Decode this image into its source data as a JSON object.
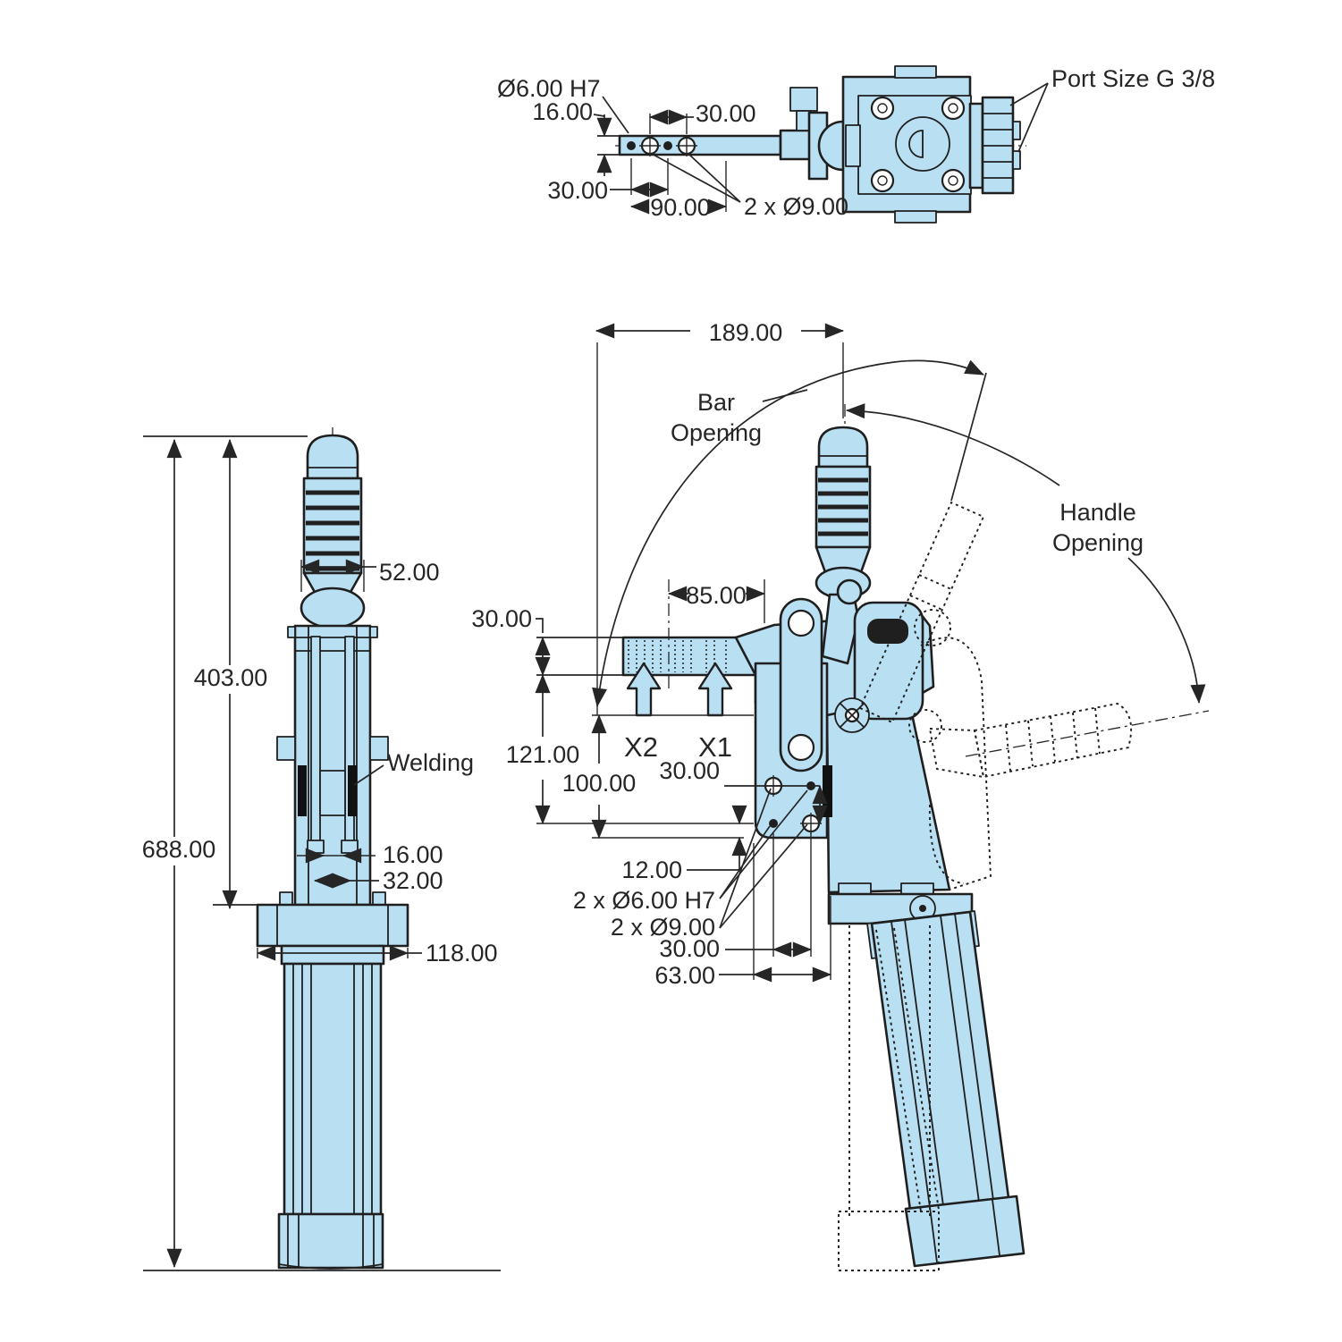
{
  "drawing": {
    "type": "engineering-dimension-drawing",
    "subject": "pneumatic toggle clamp with cylinder, three orthographic views",
    "colors": {
      "background": "#ffffff",
      "part_fill": "#b9dff2",
      "outline": "#1f1f1f",
      "dimension": "#262626",
      "weld": "#111111"
    },
    "views": {
      "top_view": {
        "labels": {
          "hole_diameter": "Ø6.00 H7",
          "dim_16": "16.00",
          "dim_30_upper": "30.00",
          "dim_30_lower": "30.00",
          "dim_90": "90.00",
          "holes_9": "2 x Ø9.00",
          "port_size": "Port Size G 3/8"
        }
      },
      "front_view": {
        "labels": {
          "dim_52": "52.00",
          "dim_403": "403.00",
          "dim_688": "688.00",
          "welding": "Welding",
          "dim_16": "16.00",
          "dim_32": "32.00",
          "dim_118": "118.00"
        }
      },
      "side_view": {
        "labels": {
          "dim_189": "189.00",
          "bar_opening_line1": "Bar",
          "bar_opening_line2": "Opening",
          "handle_opening_line1": "Handle",
          "handle_opening_line2": "Opening",
          "dim_85": "85.00",
          "dim_30_bar": "30.00",
          "force_x2": "X2",
          "force_x1": "X1",
          "dim_121": "121.00",
          "dim_100": "100.00",
          "dim_30_holes": "30.00",
          "dim_12": "12.00",
          "holes_6": "2 x Ø6.00 H7",
          "holes_9": "2 x Ø9.00",
          "dim_30_pitch": "30.00",
          "dim_63": "63.00"
        }
      }
    }
  }
}
